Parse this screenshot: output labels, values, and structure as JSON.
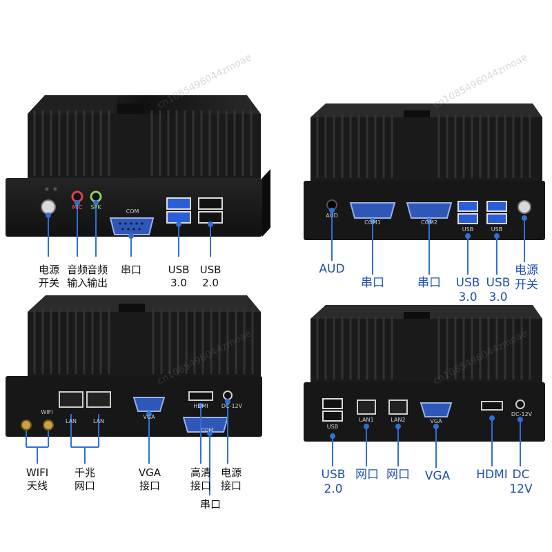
{
  "watermark": "cn1085496044zmoae",
  "colors": {
    "chassis": "#1c1c1c",
    "label_black": "#111111",
    "label_blue": "#1f4fb0",
    "port_blue": "#2e57b8"
  },
  "panel_a": {
    "port_text": {
      "mic": "MIC",
      "spk": "SPK",
      "com": "COM"
    },
    "labels": {
      "power": "电源\n开关",
      "mic_in": "音频\n输入",
      "spk_out": "音频\n输出",
      "serial": "串口",
      "usb3": "USB\n3.0",
      "usb2": "USB\n2.0"
    }
  },
  "panel_b": {
    "port_text": {
      "aud": "AUD",
      "com1": "COM1",
      "com2": "COM2",
      "usb_a": "USB",
      "usb_b": "USB"
    },
    "labels": {
      "aud": "AUD",
      "serial1": "串口",
      "serial2": "串口",
      "usb3_a": "USB\n3.0",
      "usb3_b": "USB\n3.0",
      "power": "电源\n开关"
    }
  },
  "panel_c": {
    "port_text": {
      "wifi": "WIFI",
      "lan1": "LAN",
      "lan2": "LAN",
      "vga": "VGA",
      "hdmi": "HDMI",
      "com": "COM",
      "dc": "DC-12V"
    },
    "labels": {
      "wifi": "WIFI\n天线",
      "gigabit": "千兆\n网口",
      "vga": "VGA\n接口",
      "hdmi": "高清\n接口",
      "power": "电源\n接口",
      "serial": "串口"
    }
  },
  "panel_d": {
    "port_text": {
      "usb": "USB",
      "lan1": "LAN1",
      "lan2": "LAN2",
      "vga": "VGA",
      "dc": "DC-12V"
    },
    "labels": {
      "usb2": "USB\n2.0",
      "lan1": "网口",
      "lan2": "网口",
      "vga": "VGA",
      "hdmi": "HDMI",
      "dc": "DC\n12V"
    }
  }
}
